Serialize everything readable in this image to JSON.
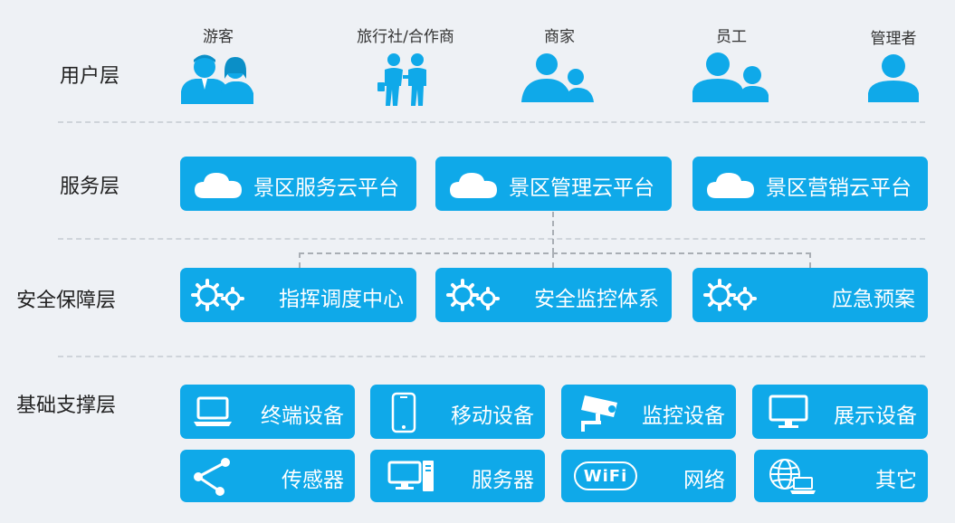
{
  "layers": {
    "user": "用户层",
    "service": "服务层",
    "security": "安全保障层",
    "infra": "基础支撑层"
  },
  "users": [
    {
      "label": "游客",
      "icon": "couple-icon"
    },
    {
      "label": "旅行社/合作商",
      "icon": "walking-pair-icon"
    },
    {
      "label": "商家",
      "icon": "merchant-icon"
    },
    {
      "label": "员工",
      "icon": "staff-icon"
    },
    {
      "label": "管理者",
      "icon": "manager-icon"
    }
  ],
  "services": [
    {
      "label": "景区服务云平台",
      "icon": "cloud-icon"
    },
    {
      "label": "景区管理云平台",
      "icon": "cloud-icon"
    },
    {
      "label": "景区营销云平台",
      "icon": "cloud-icon"
    }
  ],
  "security": [
    {
      "label": "指挥调度中心",
      "icon": "gears-icon"
    },
    {
      "label": "安全监控体系",
      "icon": "gears-icon"
    },
    {
      "label": "应急预案",
      "icon": "gears-icon"
    }
  ],
  "infra": [
    {
      "label": "终端设备",
      "icon": "laptop-icon"
    },
    {
      "label": "移动设备",
      "icon": "phone-icon"
    },
    {
      "label": "监控设备",
      "icon": "camera-icon"
    },
    {
      "label": "展示设备",
      "icon": "monitor-icon"
    },
    {
      "label": "传感器",
      "icon": "share-icon"
    },
    {
      "label": "服务器",
      "icon": "desktop-icon"
    },
    {
      "label": "网络",
      "icon": "wifi-icon",
      "badge": "WiFi"
    },
    {
      "label": "其它",
      "icon": "globe-icon"
    }
  ],
  "colors": {
    "accent": "#0fa9e9",
    "background": "#eef1f5",
    "connector": "#a9aeb4"
  }
}
